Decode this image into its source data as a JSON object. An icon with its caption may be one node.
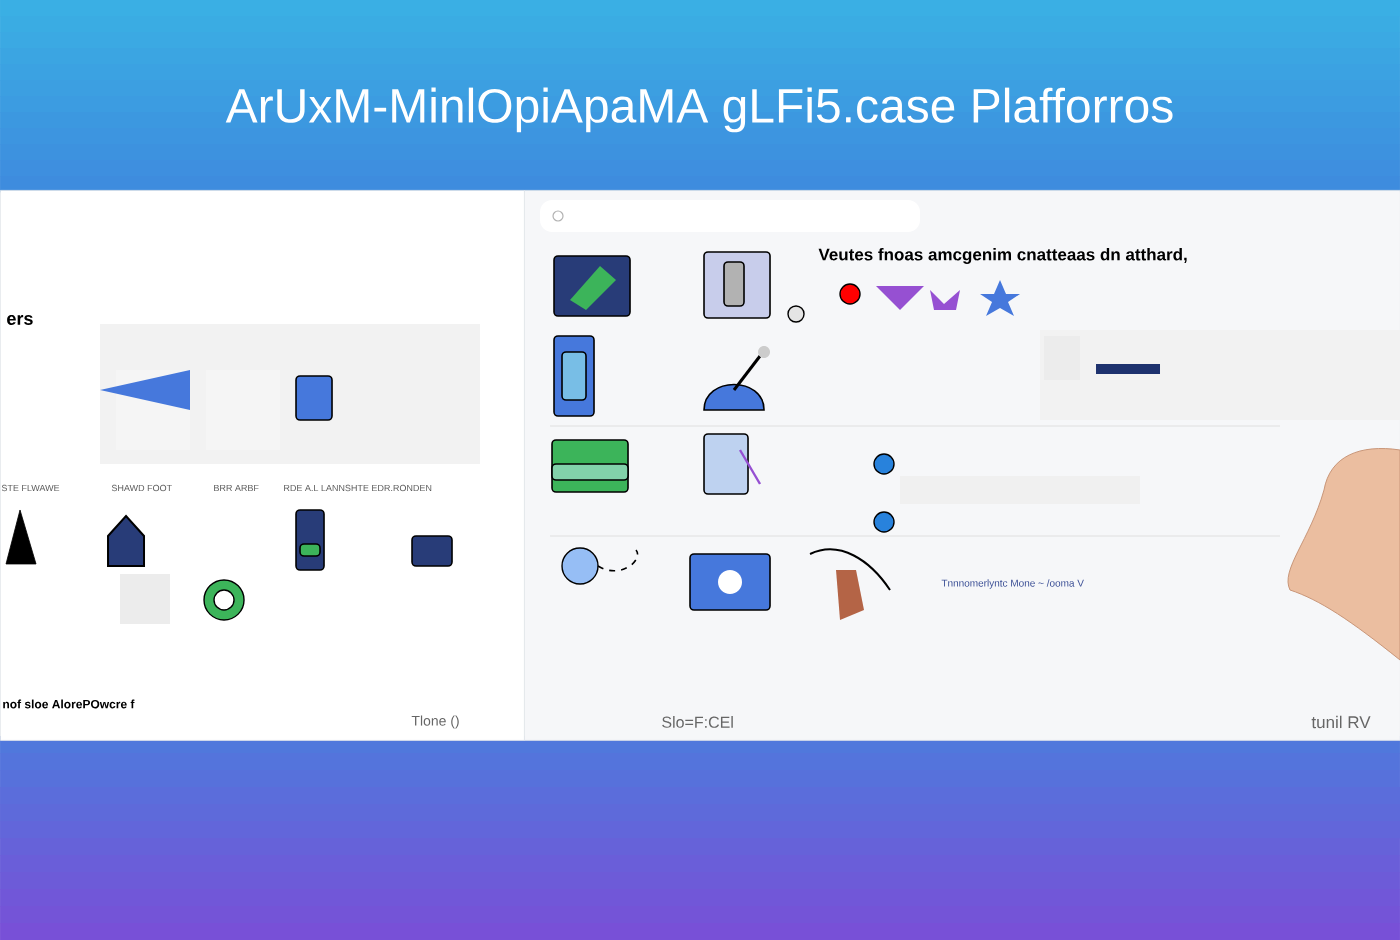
{
  "diagram": {
    "title": "ArUxM-MinlOpiApaMA gLFi5.case Plafforros",
    "nodes": [
      {
        "text": [
          "ers",
          "nof sloe AlorePOwcre f"
        ]
      },
      {
        "text": [
          "Veutes fnoas amcgenim cnatteaas dn atthard,"
        ]
      }
    ],
    "labels": [
      "STE FLWAWE",
      "SHAWD FOOT",
      "BRR ARBF",
      "RDE A.L LANNSHTE EDR.RONDEN",
      "Tnnnomerlyntc Mone ~ /ooma V",
      "Tlone ()",
      "Slo=F:CEl",
      "tunil RV"
    ]
  }
}
